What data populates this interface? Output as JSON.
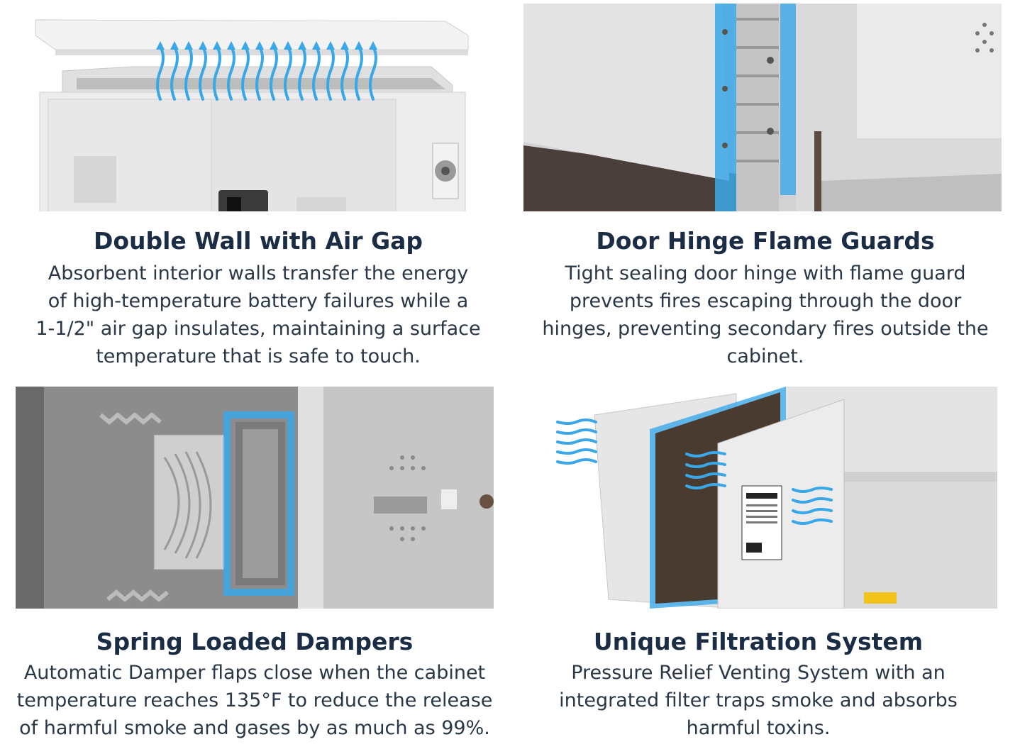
{
  "features": [
    {
      "title": "Double Wall with Air Gap",
      "lines": [
        "Absorbent interior walls transfer the energy",
        "of high-temperature battery failures while a",
        "1-1/2\" air gap insulates, maintaining a surface",
        "temperature that is safe to touch."
      ]
    },
    {
      "title": "Door Hinge Flame Guards",
      "lines": [
        "Tight sealing door hinge with flame guard",
        "prevents fires escaping through the door",
        "hinges, preventing secondary fires outside the",
        "cabinet."
      ]
    },
    {
      "title": "Spring Loaded Dampers",
      "lines": [
        "Automatic Damper flaps close when the cabinet",
        "temperature reaches 135°F to reduce the release",
        "of harmful smoke and gases by as much as 99%."
      ]
    },
    {
      "title": "Unique Filtration System",
      "lines": [
        "Pressure Relief Venting System with an",
        "integrated filter traps smoke and absorbs",
        "harmful toxins."
      ]
    }
  ],
  "colors": {
    "title": "#1b2d44",
    "text": "#2a3746",
    "glow": "#3aa8e8",
    "cabinet": "#e6e6e6"
  }
}
